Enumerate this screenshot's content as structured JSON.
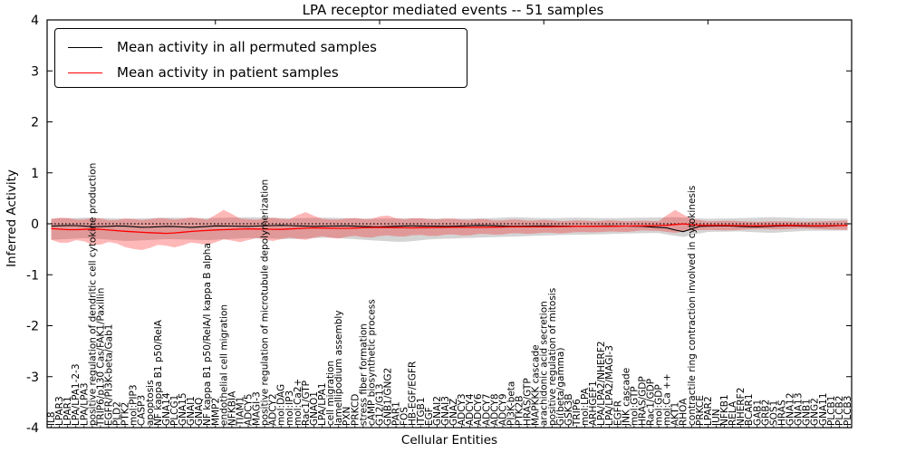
{
  "chart_data": {
    "type": "line",
    "title": "LPA receptor mediated events -- 51 samples",
    "xlabel": "Cellular Entities",
    "ylabel": "Inferred Activity",
    "ylim": [
      -4,
      4
    ],
    "yticks": [
      4,
      3,
      2,
      1,
      0,
      -1,
      -2,
      -3,
      -4
    ],
    "grid": false,
    "legend_position": "upper left",
    "zero_line": {
      "y": 0,
      "style": "dotted",
      "color": "#000000"
    },
    "categories": [
      "IL8",
      "LPAR3",
      "LPAR1",
      "LPA/LPA1-2-3",
      "LPA/LPA3",
      "positive regulation of dendritic cell cytokine production",
      "TRIP6/p130 Cas/FAK1/Paxillin",
      "EGFR/PI3K-beta/Gab1",
      "PLD2",
      "PTK2",
      "mol:PIP3",
      "CASP3",
      "apoptosis",
      "NF kappa B1 p50/RelA",
      "GNA14",
      "PLCG1",
      "GNA15",
      "GNAI1",
      "GNAQ",
      "NF kappa B1 p50/RelA/I kappa B alpha",
      "MMP2",
      "endothelial cell migration",
      "NFKBIA",
      "TIAM1",
      "ADCY5",
      "MAGI-3",
      "positive regulation of microtubule depolymerization",
      "ADCY2",
      "mol:DAG",
      "mol:IP3",
      "mol:Ca2+",
      "Rac1/GTP",
      "GNAO1",
      "LPA/LPA1",
      "cell migration",
      "lamellipodium assembly",
      "PXN",
      "PRKCD",
      "stress fiber formation",
      "cAMP biosynthetic process",
      "G12/G13",
      "GNB1/GNG2",
      "PAR1",
      "FOS",
      "HB-EGF/EGFR",
      "ITGB1",
      "EGF",
      "GNAI2",
      "GNAI3",
      "GNAZ",
      "ADCY3",
      "ADCY4",
      "ADCY6",
      "ADCY7",
      "ADCY8",
      "ADCY9",
      "PI3K-beta",
      "PTK2B",
      "HRAS/GTP",
      "MAPKKK cascade",
      "arachidonic acid secretion",
      "positive regulation of mitosis",
      "Gi(beta/gamma)",
      "GSK3B",
      "TRIP6",
      "mol:LPA",
      "ARHGEF1",
      "LPA/LPA2/NHERF2",
      "LPA/LPA2/MAGI-3",
      "EGFR",
      "JNK cascade",
      "mol:GTP",
      "HRAS/GDP",
      "Rac1/GDP",
      "mol:GDP",
      "mol:Ca ++",
      "AKT1",
      "RHOA",
      "contractile ring contraction involved in cytokinesis",
      "PRKCE",
      "LPAR2",
      "JUN",
      "NFKB1",
      "RELA",
      "NHERF2",
      "BCAR1",
      "GAB1",
      "GRB2",
      "SOS1",
      "HRAS",
      "GNA12",
      "GNA13",
      "GNB1",
      "GNG2",
      "GNA11",
      "PLCB1",
      "PLCB2",
      "PLCB3"
    ],
    "series": [
      {
        "name": "Mean activity in all permuted samples",
        "color": "#000000",
        "points": [
          [
            0,
            -0.05
          ],
          [
            0.03,
            -0.03
          ],
          [
            0.06,
            -0.06
          ],
          [
            0.09,
            -0.04
          ],
          [
            0.12,
            -0.07
          ],
          [
            0.15,
            -0.05
          ],
          [
            0.18,
            -0.07
          ],
          [
            0.21,
            -0.04
          ],
          [
            0.25,
            -0.05
          ],
          [
            0.29,
            -0.03
          ],
          [
            0.33,
            -0.05
          ],
          [
            0.37,
            -0.04
          ],
          [
            0.41,
            -0.06
          ],
          [
            0.45,
            -0.04
          ],
          [
            0.5,
            -0.05
          ],
          [
            0.54,
            -0.03
          ],
          [
            0.58,
            -0.05
          ],
          [
            0.62,
            -0.04
          ],
          [
            0.66,
            -0.05
          ],
          [
            0.7,
            -0.04
          ],
          [
            0.74,
            -0.05
          ],
          [
            0.77,
            -0.08
          ],
          [
            0.79,
            -0.16
          ],
          [
            0.81,
            -0.05
          ],
          [
            0.84,
            -0.04
          ],
          [
            0.88,
            -0.06
          ],
          [
            0.92,
            -0.04
          ],
          [
            0.96,
            -0.05
          ],
          [
            1,
            -0.03
          ]
        ]
      },
      {
        "name": "Mean activity in patient samples",
        "color": "#ff0000",
        "points": [
          [
            0,
            -0.09
          ],
          [
            0.03,
            -0.12
          ],
          [
            0.06,
            -0.1
          ],
          [
            0.09,
            -0.14
          ],
          [
            0.12,
            -0.17
          ],
          [
            0.15,
            -0.19
          ],
          [
            0.18,
            -0.15
          ],
          [
            0.21,
            -0.12
          ],
          [
            0.25,
            -0.1
          ],
          [
            0.29,
            -0.11
          ],
          [
            0.33,
            -0.08
          ],
          [
            0.37,
            -0.09
          ],
          [
            0.41,
            -0.07
          ],
          [
            0.45,
            -0.08
          ],
          [
            0.5,
            -0.07
          ],
          [
            0.54,
            -0.07
          ],
          [
            0.58,
            -0.06
          ],
          [
            0.62,
            -0.06
          ],
          [
            0.66,
            -0.05
          ],
          [
            0.7,
            -0.05
          ],
          [
            0.74,
            -0.04
          ],
          [
            0.77,
            -0.03
          ],
          [
            0.79,
            0.0
          ],
          [
            0.81,
            -0.03
          ],
          [
            0.84,
            -0.03
          ],
          [
            0.88,
            -0.04
          ],
          [
            0.92,
            -0.03
          ],
          [
            0.96,
            -0.04
          ],
          [
            1,
            -0.03
          ]
        ]
      }
    ],
    "bands": [
      {
        "name": "permuted samples envelope",
        "color": "#aaaaaa",
        "opacity": 0.5,
        "upper": [
          [
            0,
            0.1
          ],
          [
            0.05,
            0.12
          ],
          [
            0.1,
            0.1
          ],
          [
            0.15,
            0.12
          ],
          [
            0.2,
            0.11
          ],
          [
            0.25,
            0.13
          ],
          [
            0.3,
            0.11
          ],
          [
            0.35,
            0.12
          ],
          [
            0.4,
            0.1
          ],
          [
            0.45,
            0.11
          ],
          [
            0.5,
            0.1
          ],
          [
            0.55,
            0.11
          ],
          [
            0.58,
            0.13
          ],
          [
            0.62,
            0.11
          ],
          [
            0.66,
            0.12
          ],
          [
            0.7,
            0.11
          ],
          [
            0.74,
            0.12
          ],
          [
            0.78,
            0.13
          ],
          [
            0.82,
            0.1
          ],
          [
            0.86,
            0.11
          ],
          [
            0.9,
            0.13
          ],
          [
            0.94,
            0.11
          ],
          [
            1,
            0.1
          ]
        ],
        "lower": [
          [
            0,
            -0.32
          ],
          [
            0.05,
            -0.28
          ],
          [
            0.1,
            -0.34
          ],
          [
            0.15,
            -0.3
          ],
          [
            0.2,
            -0.32
          ],
          [
            0.25,
            -0.28
          ],
          [
            0.3,
            -0.3
          ],
          [
            0.35,
            -0.27
          ],
          [
            0.4,
            -0.32
          ],
          [
            0.44,
            -0.36
          ],
          [
            0.48,
            -0.3
          ],
          [
            0.52,
            -0.28
          ],
          [
            0.56,
            -0.26
          ],
          [
            0.6,
            -0.24
          ],
          [
            0.64,
            -0.22
          ],
          [
            0.68,
            -0.21
          ],
          [
            0.72,
            -0.19
          ],
          [
            0.76,
            -0.18
          ],
          [
            0.79,
            -0.26
          ],
          [
            0.82,
            -0.16
          ],
          [
            0.86,
            -0.15
          ],
          [
            0.9,
            -0.18
          ],
          [
            0.94,
            -0.14
          ],
          [
            1,
            -0.13
          ]
        ]
      },
      {
        "name": "patient samples envelope",
        "color": "#ff0000",
        "opacity": 0.28,
        "upper": [
          [
            0,
            0.08
          ],
          [
            0.02,
            0.13
          ],
          [
            0.04,
            0.07
          ],
          [
            0.06,
            0.12
          ],
          [
            0.08,
            0.06
          ],
          [
            0.1,
            0.11
          ],
          [
            0.12,
            0.07
          ],
          [
            0.14,
            0.12
          ],
          [
            0.16,
            0.08
          ],
          [
            0.18,
            0.13
          ],
          [
            0.2,
            0.08
          ],
          [
            0.22,
            0.28
          ],
          [
            0.24,
            0.1
          ],
          [
            0.26,
            0.08
          ],
          [
            0.28,
            0.12
          ],
          [
            0.3,
            0.08
          ],
          [
            0.32,
            0.24
          ],
          [
            0.34,
            0.1
          ],
          [
            0.36,
            0.08
          ],
          [
            0.38,
            0.12
          ],
          [
            0.4,
            0.08
          ],
          [
            0.42,
            0.18
          ],
          [
            0.44,
            0.08
          ],
          [
            0.46,
            0.12
          ],
          [
            0.48,
            0.08
          ],
          [
            0.5,
            0.11
          ],
          [
            0.52,
            0.07
          ],
          [
            0.54,
            0.1
          ],
          [
            0.56,
            0.06
          ],
          [
            0.58,
            0.09
          ],
          [
            0.6,
            0.06
          ],
          [
            0.62,
            0.08
          ],
          [
            0.64,
            0.05
          ],
          [
            0.66,
            0.07
          ],
          [
            0.68,
            0.05
          ],
          [
            0.7,
            0.07
          ],
          [
            0.72,
            0.05
          ],
          [
            0.74,
            0.06
          ],
          [
            0.76,
            0.05
          ],
          [
            0.78,
            0.28
          ],
          [
            0.8,
            0.1
          ],
          [
            0.82,
            0.05
          ],
          [
            0.85,
            0.06
          ],
          [
            0.88,
            0.04
          ],
          [
            0.91,
            0.05
          ],
          [
            0.94,
            0.04
          ],
          [
            0.97,
            0.05
          ],
          [
            1,
            0.07
          ]
        ],
        "lower": [
          [
            0,
            -0.28
          ],
          [
            0.02,
            -0.4
          ],
          [
            0.04,
            -0.3
          ],
          [
            0.06,
            -0.44
          ],
          [
            0.08,
            -0.34
          ],
          [
            0.1,
            -0.48
          ],
          [
            0.12,
            -0.52
          ],
          [
            0.14,
            -0.4
          ],
          [
            0.16,
            -0.47
          ],
          [
            0.18,
            -0.36
          ],
          [
            0.2,
            -0.42
          ],
          [
            0.22,
            -0.3
          ],
          [
            0.24,
            -0.36
          ],
          [
            0.26,
            -0.28
          ],
          [
            0.28,
            -0.34
          ],
          [
            0.3,
            -0.27
          ],
          [
            0.32,
            -0.32
          ],
          [
            0.34,
            -0.24
          ],
          [
            0.36,
            -0.3
          ],
          [
            0.38,
            -0.23
          ],
          [
            0.4,
            -0.28
          ],
          [
            0.42,
            -0.22
          ],
          [
            0.44,
            -0.26
          ],
          [
            0.46,
            -0.21
          ],
          [
            0.48,
            -0.25
          ],
          [
            0.5,
            -0.2
          ],
          [
            0.52,
            -0.24
          ],
          [
            0.54,
            -0.19
          ],
          [
            0.56,
            -0.22
          ],
          [
            0.58,
            -0.18
          ],
          [
            0.6,
            -0.2
          ],
          [
            0.62,
            -0.17
          ],
          [
            0.64,
            -0.19
          ],
          [
            0.66,
            -0.16
          ],
          [
            0.68,
            -0.17
          ],
          [
            0.7,
            -0.15
          ],
          [
            0.72,
            -0.16
          ],
          [
            0.74,
            -0.13
          ],
          [
            0.76,
            -0.14
          ],
          [
            0.78,
            -0.18
          ],
          [
            0.8,
            -0.13
          ],
          [
            0.82,
            -0.12
          ],
          [
            0.85,
            -0.13
          ],
          [
            0.88,
            -0.1
          ],
          [
            0.91,
            -0.11
          ],
          [
            0.94,
            -0.09
          ],
          [
            0.97,
            -0.11
          ],
          [
            1,
            -0.12
          ]
        ]
      }
    ]
  }
}
